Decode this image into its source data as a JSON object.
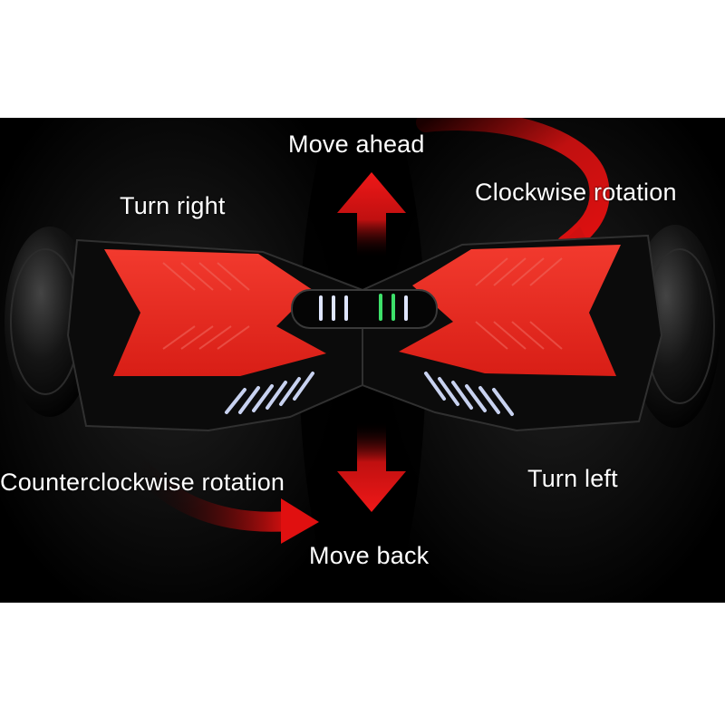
{
  "labels": {
    "move_ahead": "Move ahead",
    "turn_right": "Turn right",
    "clockwise": "Clockwise rotation",
    "counterclockwise": "Counterclockwise rotation",
    "turn_left": "Turn left",
    "move_back": "Move back"
  },
  "colors": {
    "background": "#000000",
    "page": "#ffffff",
    "arrow": "#e01010",
    "footpad": "#e82a20",
    "body": "#0b0b0b",
    "led_green": "#3de06a",
    "led_white": "#dfe6ff"
  }
}
